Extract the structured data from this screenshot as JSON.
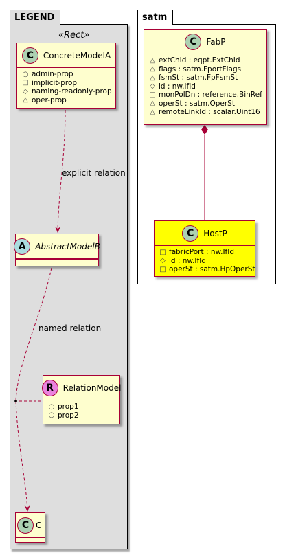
{
  "legend": {
    "title": "LEGEND",
    "stereotype": "«Rect»",
    "classes": {
      "concrete": {
        "badge": "C",
        "name": "ConcreteModelA",
        "attrs": [
          {
            "vis": "○",
            "text": "admin-prop"
          },
          {
            "vis": "□",
            "text": "implicit-prop"
          },
          {
            "vis": "◇",
            "text": "naming-readonly-prop"
          },
          {
            "vis": "△",
            "text": "oper-prop"
          }
        ]
      },
      "abstract": {
        "badge": "A",
        "name": "AbstractModelB"
      },
      "relation": {
        "badge": "R",
        "name": "RelationModel",
        "attrs": [
          {
            "vis": "○",
            "text": "prop1"
          },
          {
            "vis": "○",
            "text": "prop2"
          }
        ]
      },
      "c": {
        "badge": "C",
        "name": "C"
      }
    },
    "edges": {
      "explicit_label": "explicit relation",
      "named_label": "named relation"
    }
  },
  "satm": {
    "title": "satm",
    "classes": {
      "fabp": {
        "badge": "C",
        "name": "FabP",
        "attrs": [
          {
            "vis": "△",
            "text": "extChId : eqpt.ExtChId"
          },
          {
            "vis": "△",
            "text": "flags : satm.FportFlags"
          },
          {
            "vis": "△",
            "text": "fsmSt : satm.FpFsmSt"
          },
          {
            "vis": "◇",
            "text": "id : nw.IfId"
          },
          {
            "vis": "□",
            "text": "monPolDn : reference.BinRef"
          },
          {
            "vis": "△",
            "text": "operSt : satm.OperSt"
          },
          {
            "vis": "△",
            "text": "remoteLinkId : scalar.Uint16"
          }
        ]
      },
      "hostp": {
        "badge": "C",
        "name": "HostP",
        "attrs": [
          {
            "vis": "□",
            "text": "fabricPort : nw.IfId"
          },
          {
            "vis": "◇",
            "text": "id : nw.IfId"
          },
          {
            "vis": "□",
            "text": "operSt : satm.HpOperSt"
          }
        ]
      }
    }
  },
  "colors": {
    "border": "#a80036",
    "class_fill": "#fefece",
    "highlight_fill": "#ffff00",
    "legend_fill": "#dedede",
    "badge_class": "#add1b2",
    "badge_abstract": "#a9dcdf",
    "badge_relation": "#ea82de"
  }
}
